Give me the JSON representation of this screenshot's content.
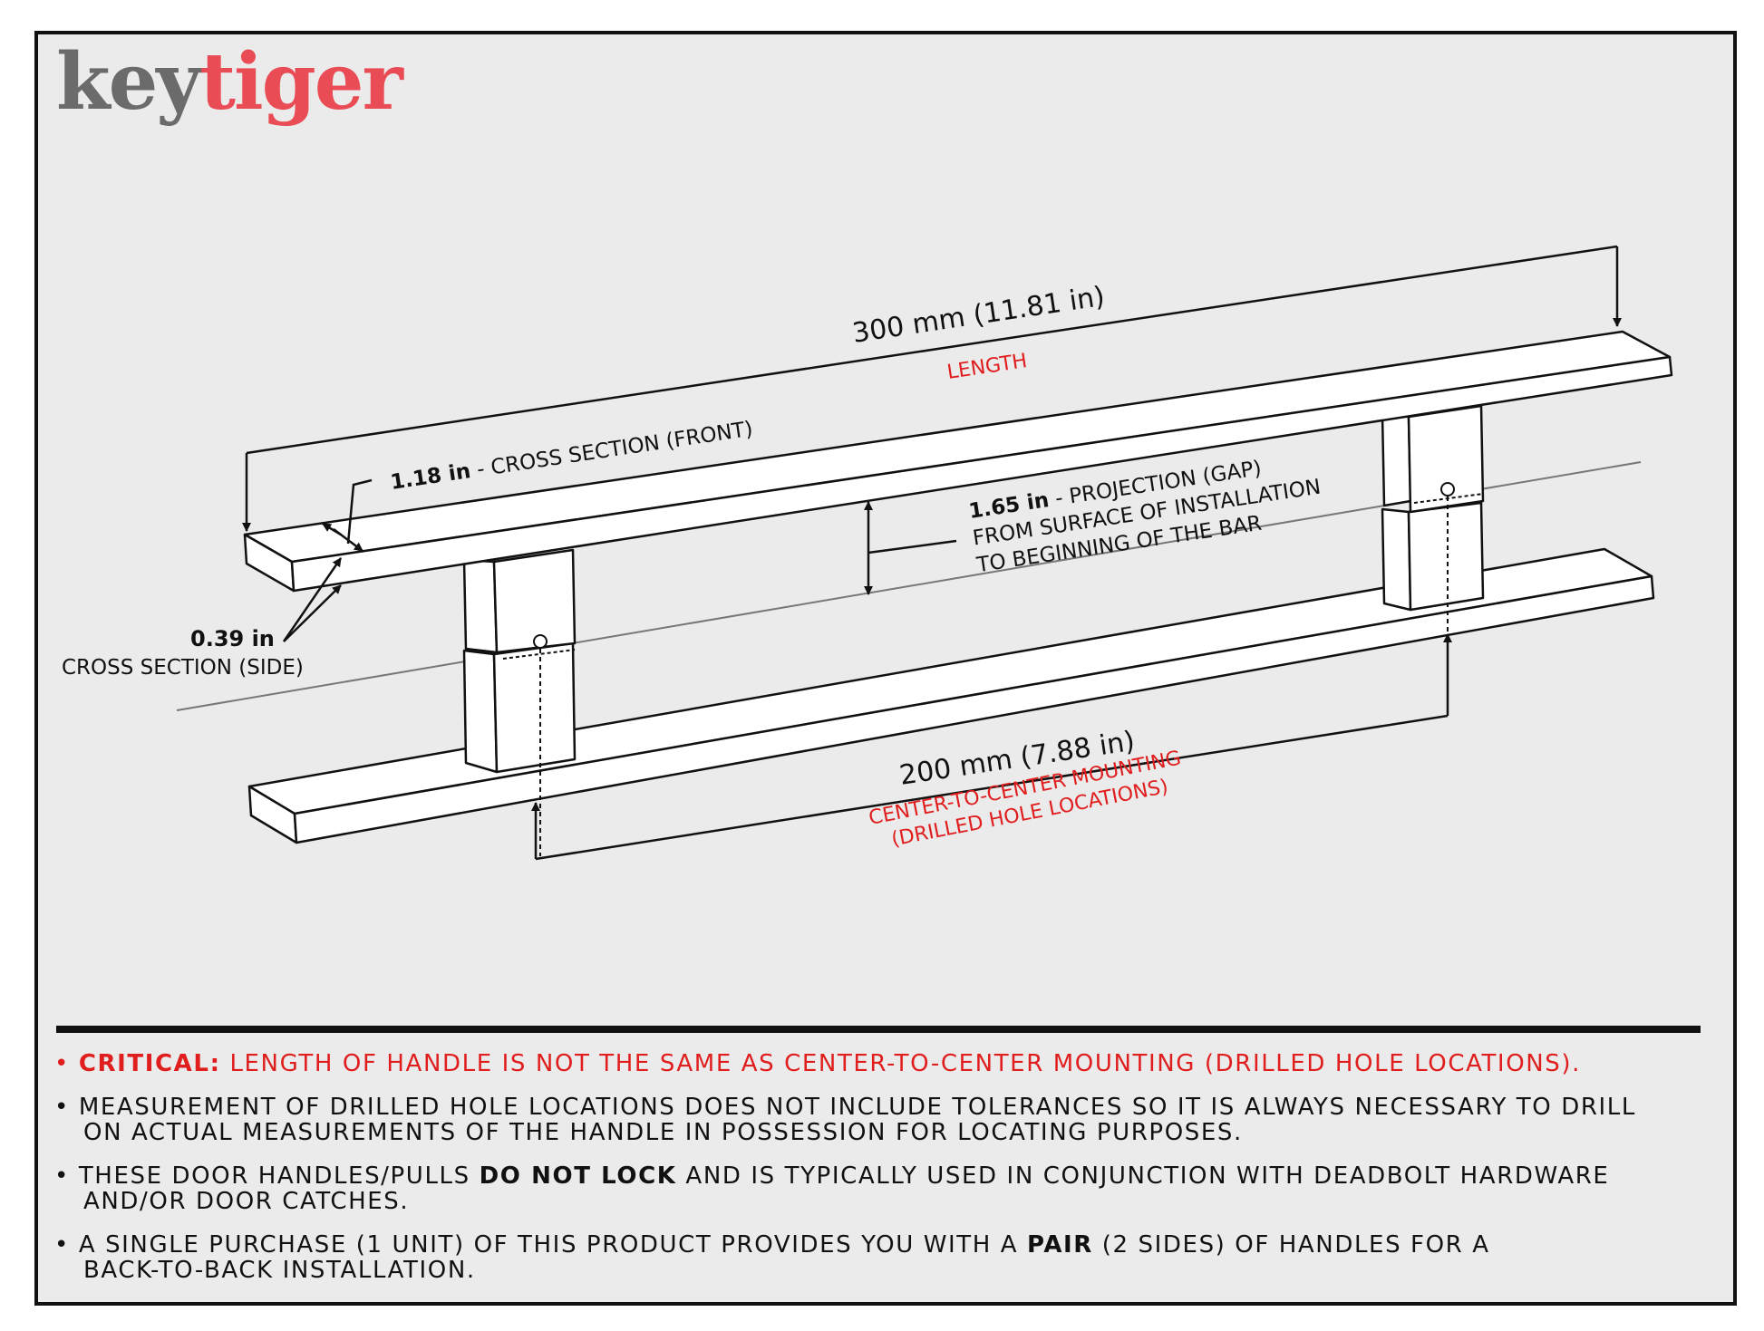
{
  "logo": {
    "part1": "key",
    "part2": "tiger"
  },
  "colors": {
    "accent": "#e01e1e",
    "logo_red": "#e94c55",
    "logo_gray": "#6b6b6b",
    "background": "#ebebeb"
  },
  "diagram": {
    "length_value": "300 mm (11.81 in)",
    "length_label": "LENGTH",
    "front_value": "1.18 in",
    "front_label": " - CROSS SECTION (FRONT)",
    "side_value": "0.39 in",
    "side_label": "CROSS SECTION (SIDE)",
    "gap_value": "1.65 in",
    "gap_label": " - PROJECTION (GAP)",
    "gap_line2": "FROM SURFACE OF INSTALLATION",
    "gap_line3": "TO BEGINNING OF THE BAR",
    "c2c_value": "200 mm (7.88 in)",
    "c2c_label1": "CENTER-TO-CENTER MOUNTING",
    "c2c_label2": "(DRILLED HOLE LOCATIONS)"
  },
  "notes": {
    "n1_bold": "CRITICAL:",
    "n1_text": " LENGTH OF HANDLE IS NOT THE SAME AS CENTER-TO-CENTER MOUNTING (DRILLED HOLE LOCATIONS).",
    "n2_line1": "MEASUREMENT OF DRILLED HOLE LOCATIONS DOES NOT INCLUDE TOLERANCES SO IT IS ALWAYS NECESSARY TO DRILL",
    "n2_line2": "ON ACTUAL MEASUREMENTS OF THE HANDLE IN POSSESSION FOR LOCATING PURPOSES.",
    "n3_pre": "THESE DOOR HANDLES/PULLS ",
    "n3_bold": "DO NOT LOCK",
    "n3_post": " AND IS TYPICALLY USED IN CONJUNCTION WITH DEADBOLT HARDWARE",
    "n3_line2": "AND/OR DOOR CATCHES.",
    "n4_pre": "A SINGLE PURCHASE (1 UNIT) OF THIS PRODUCT PROVIDES YOU WITH A ",
    "n4_bold": "PAIR",
    "n4_post": " (2 SIDES) OF HANDLES FOR A",
    "n4_line2": "BACK-TO-BACK INSTALLATION."
  }
}
